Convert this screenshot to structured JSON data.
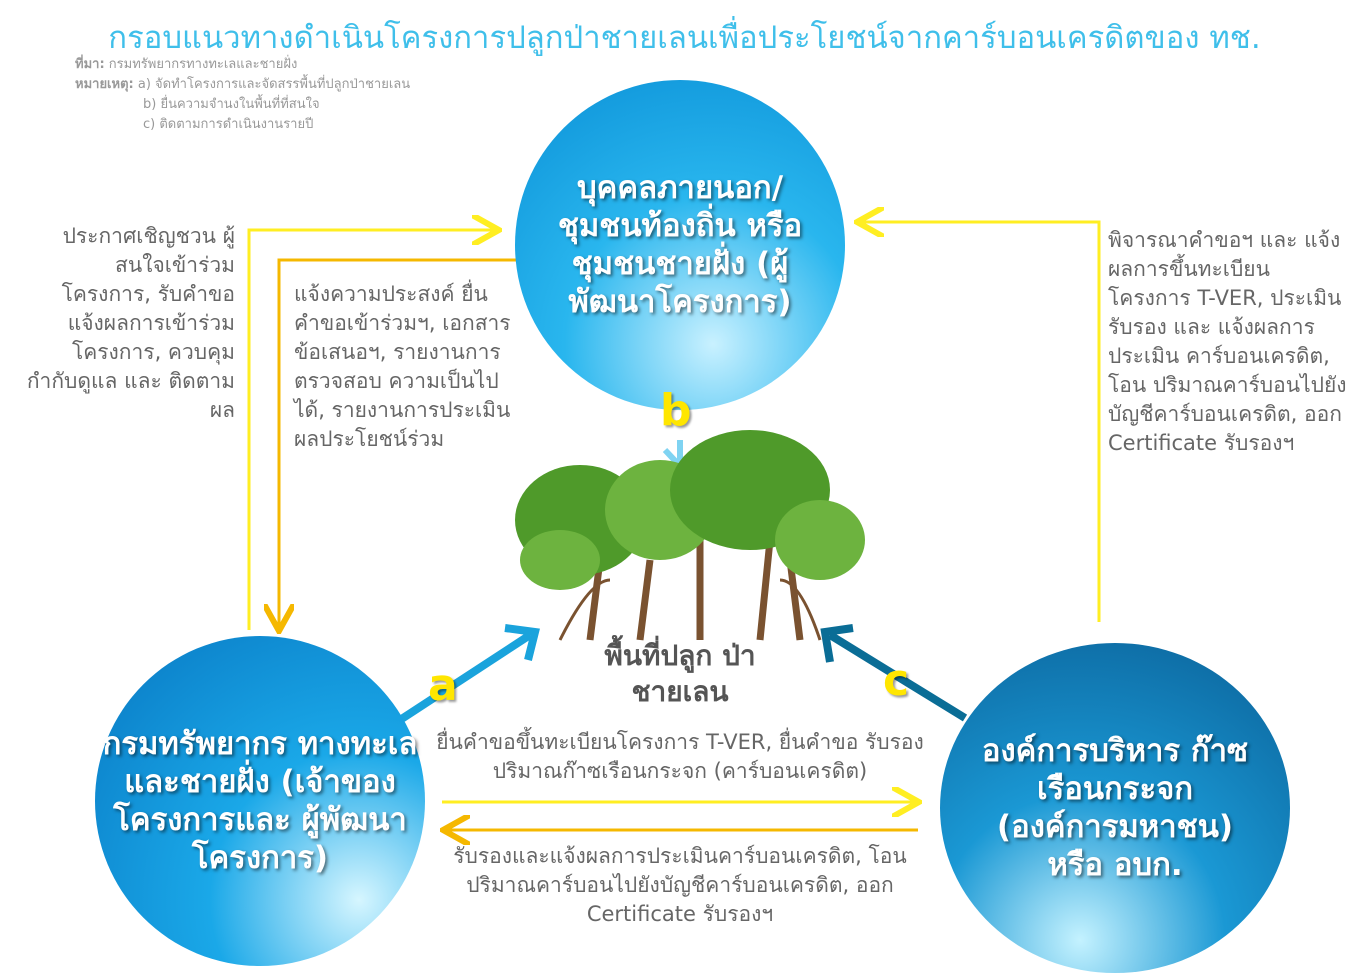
{
  "title": "กรอบแนวทางดำเนินโครงการปลูกป่าชายเลนเพื่อประโยชน์จากคาร์บอนเครดิตของ ทช.",
  "source_label": "ที่มา:",
  "source": "กรมทรัพยากรทางทะเลและชายฝั่ง",
  "remark_label": "หมายเหตุ:",
  "remarks": [
    "a) จัดทำโครงการและจัดสรรพื้นที่ปลูกป่าชายเลน",
    "b) ยื่นความจำนงในพื้นที่ที่สนใจ",
    "c) ติดตามการดำเนินงานรายปี"
  ],
  "nodes": {
    "top": "บุคคลภายนอก/ ชุมชนท้องถิ่น หรือ ชุมชนชายฝั่ง (ผู้พัฒนาโครงการ)",
    "left": "กรมทรัพยากร ทางทะเลและชายฝั่ง (เจ้าของโครงการและ ผู้พัฒนาโครงการ)",
    "right": "องค์การบริหาร ก๊าซเรือนกระจก (องค์การมหาชน) หรือ อบก.",
    "center": "พื้นที่ปลูก ป่าชายเลน"
  },
  "letters": {
    "a": "a",
    "b": "b",
    "c": "c"
  },
  "texts": {
    "left_outer": "ประกาศเชิญชวน ผู้สนใจเข้าร่วม โครงการ, รับคำขอ แจ้งผลการเข้าร่วม โครงการ, ควบคุม กำกับดูแล และ ติดตามผล",
    "left_inner": "แจ้งความประสงค์ ยื่นคำขอเข้าร่วมฯ, เอกสารข้อเสนอฯ, รายงานการตรวจสอบ ความเป็นไปได้, รายงานการประเมิน ผลประโยชน์ร่วม",
    "right": "พิจารณาคำขอฯ และ แจ้งผลการขึ้นทะเบียน โครงการ T-VER, ประเมิน รับรอง และ แจ้งผลการประเมิน คาร์บอนเครดิต, โอน ปริมาณคาร์บอนไปยัง บัญชีคาร์บอนเครดิต, ออก Certificate รับรองฯ",
    "bottom_top": "ยื่นคำขอขึ้นทะเบียนโครงการ T-VER, ยื่นคำขอ รับรองปริมาณก๊าซเรือนกระจก (คาร์บอนเครดิต)",
    "bottom_bottom": "รับรองและแจ้งผลการประเมินคาร์บอนเครดิต, โอนปริมาณคาร์บอนไปยังบัญชีคาร์บอนเครดิต, ออก Certificate รับรองฯ"
  },
  "colors": {
    "yellow": "#ffee22",
    "orange": "#f5b800",
    "title": "#3fbfea",
    "blue": "#00a6e6"
  }
}
